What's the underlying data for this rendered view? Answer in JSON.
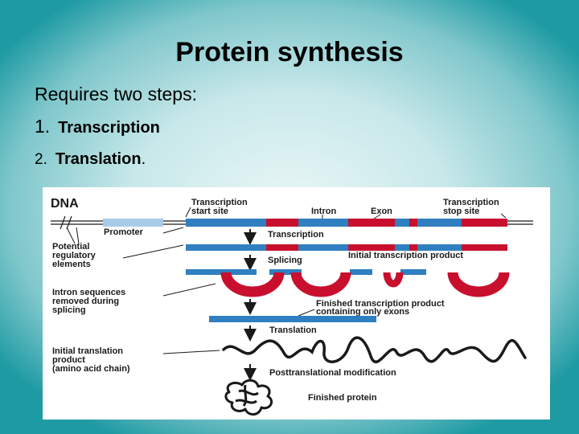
{
  "slide": {
    "title": "Protein synthesis",
    "intro": "Requires two steps:",
    "steps": [
      {
        "number": "1.",
        "text": "Transcription",
        "suffix": ""
      },
      {
        "number": "2.",
        "text": "Translation",
        "suffix": "."
      }
    ]
  },
  "diagram": {
    "dna_label": "DNA",
    "transcription_start_site": [
      "Transcription",
      "start site"
    ],
    "intron_label": "Intron",
    "exon_label": "Exon",
    "transcription_stop_site": [
      "Transcription",
      "stop site"
    ],
    "promoter_label": "Promoter",
    "potential_regulatory_elements": [
      "Potential",
      "regulatory",
      "elements"
    ],
    "transcription_step": "Transcription",
    "splicing_step": "Splicing",
    "initial_transcription_product": "Initial transcription product",
    "intron_sequences_removed": [
      "Intron sequences",
      "removed during",
      "splicing"
    ],
    "finished_transcription_product": [
      "Finished transcription product",
      "containing only exons"
    ],
    "translation_step": "Translation",
    "initial_translation_product": [
      "Initial translation",
      "product",
      "(amino acid chain)"
    ],
    "posttranslational_modification": "Posttranslational modification",
    "finished_protein": "Finished protein",
    "colors": {
      "exon": "#2f7fc1",
      "intron": "#c8102e",
      "promoter": "#a8cbe8",
      "text": "#1a1a1a"
    }
  }
}
